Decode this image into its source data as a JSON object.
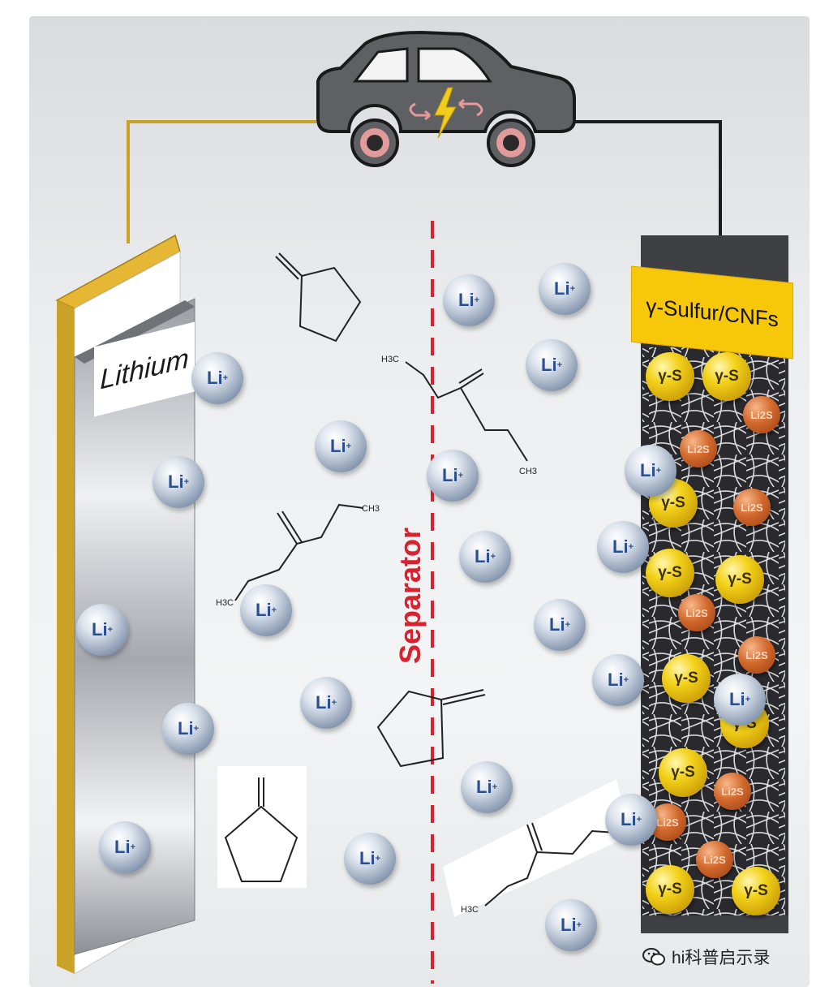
{
  "diagram": {
    "anode_label": "Lithium",
    "cathode_label": "γ-Sulfur/CNFs",
    "separator_label": "Separator",
    "ion_label": "Li",
    "ion_charge": "+",
    "sulfur_label": "γ-S",
    "polysulfide_label": "Li2S",
    "molecule_labels": {
      "methyl_a": "H3C",
      "methyl_b": "CH3",
      "methyl_c": "H3C",
      "methyl_d": "CH3",
      "methyl_e": "H3C"
    },
    "watermark": "hi科普启示录",
    "colors": {
      "separator": "#d8222f",
      "wire_left": "#c9a227",
      "wire_right": "#1c1c1c",
      "sulfur": "#f3d21a",
      "polysulfide": "#d2692d",
      "ion_text": "#2b4f8e",
      "car": "#5f6063",
      "bolt": "#f1cd1b"
    }
  }
}
